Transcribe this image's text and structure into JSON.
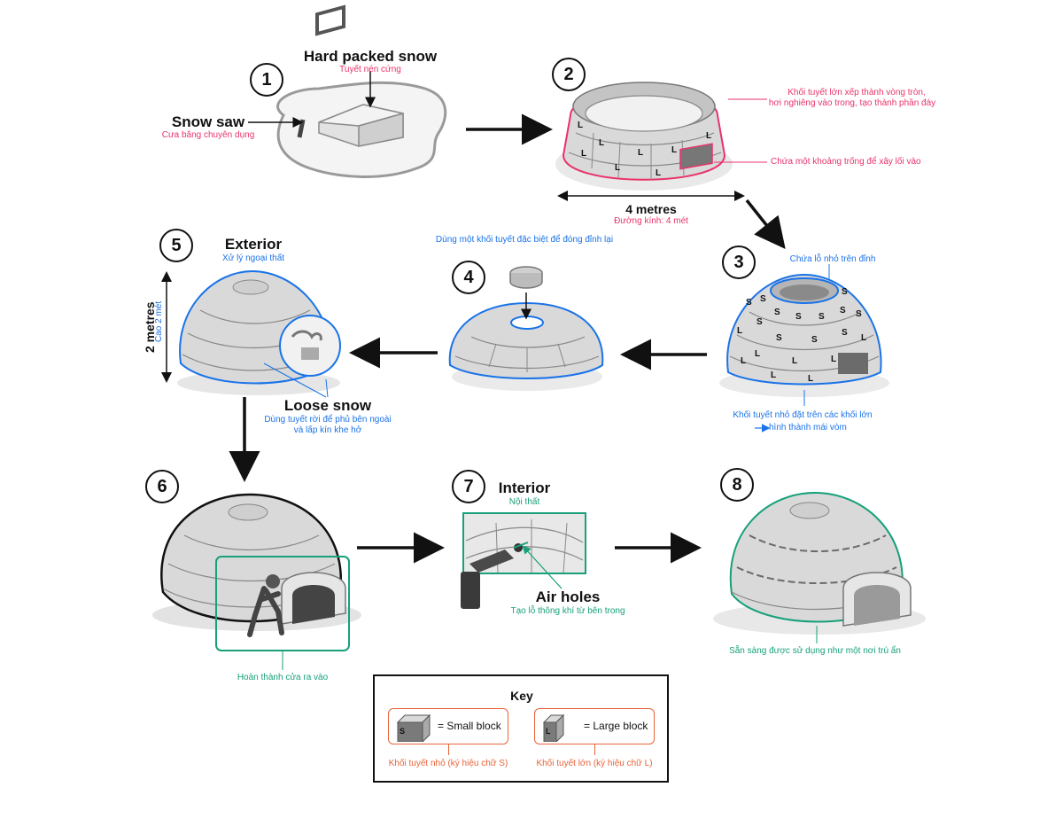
{
  "steps": [
    "1",
    "2",
    "3",
    "4",
    "5",
    "6",
    "7",
    "8"
  ],
  "step1": {
    "packed_title": "Hard packed snow",
    "packed_sub": "Tuyết nén cứng",
    "saw_title": "Snow saw",
    "saw_sub": "Cưa băng chuyên dụng"
  },
  "step2": {
    "ring_note_1": "Khối tuyết lớn xếp thành vòng tròn,",
    "ring_note_2": "hơi nghiêng vào trong, tạo thành phần đáy",
    "gap_note": "Chứa một khoảng trống để xây lối vào",
    "diameter_title": "4 metres",
    "diameter_sub": "Đường kính: 4 mét"
  },
  "step3": {
    "hole_note": "Chứa lỗ nhỏ trên đỉnh",
    "dome_note_1": "Khối tuyết nhỏ đặt trên các khối lớn",
    "dome_note_2": "hình thành mái vòm"
  },
  "step4": {
    "cap_note": "Dùng một khối tuyết đặc biệt để đóng đỉnh lại"
  },
  "step5": {
    "title": "Exterior",
    "sub": "Xử lý ngoại thất",
    "height_title": "2 metres",
    "height_sub": "Cao 2 mét",
    "loose_title": "Loose snow",
    "loose_sub_1": "Dùng tuyết rời để phủ bên ngoài",
    "loose_sub_2": "và lấp kín khe hở"
  },
  "step6": {
    "door_note": "Hoàn thành cửa ra vào"
  },
  "step7": {
    "title": "Interior",
    "sub": "Nội thất",
    "air_title": "Air holes",
    "air_sub": "Tạo lỗ thông khí từ bên trong"
  },
  "step8": {
    "ready_note": "Sẵn sàng được sử dụng như một nơi trú ẩn"
  },
  "key": {
    "title": "Key",
    "small_letter": "S",
    "small_label": "= Small block",
    "small_sub": "Khối tuyết nhỏ (ký hiệu chữ S)",
    "large_letter": "L",
    "large_label": "= Large block",
    "large_sub": "Khối tuyết lớn (ký hiệu chữ L)"
  },
  "colors": {
    "pink": "#e8336a",
    "blue": "#1a73e8",
    "green": "#17a07a",
    "orange": "#e8633a",
    "block_fill": "#d9d9d9",
    "block_line": "#8a8a8a"
  }
}
